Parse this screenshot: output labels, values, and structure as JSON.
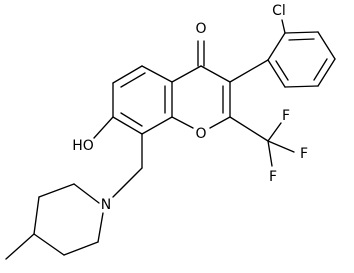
{
  "molecule": {
    "labels": {
      "carbonyl_oxygen": "O",
      "ring_oxygen": "O",
      "hydroxyl": "HO",
      "nitrogen": "N",
      "chlorine": "Cl",
      "fluorine_1": "F",
      "fluorine_2": "F",
      "fluorine_3": "F"
    }
  }
}
